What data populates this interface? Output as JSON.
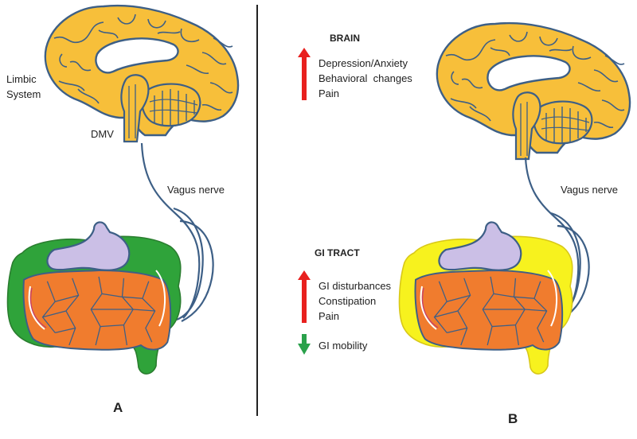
{
  "panel_a": {
    "letter": "A",
    "labels": {
      "limbic_line1": "Limbic",
      "limbic_line2": "System",
      "dmv": "DMV",
      "vagus": "Vagus nerve"
    }
  },
  "panel_b": {
    "letter": "B",
    "brain": {
      "heading": "BRAIN",
      "arrow": "up",
      "items": [
        "Depression/Anxiety",
        "Behavioral  changes",
        "Pain"
      ]
    },
    "vagus": "Vagus nerve",
    "gi_tract": {
      "heading": "GI TRACT",
      "increased": {
        "arrow": "up",
        "items": [
          "GI disturbances",
          "Constipation",
          "Pain"
        ]
      },
      "decreased": {
        "arrow": "down",
        "items": [
          "GI mobility"
        ]
      }
    }
  },
  "colors": {
    "brain_fill": "#f7bf3a",
    "outline": "#3d5f86",
    "stomach": "#cbbfe6",
    "colon_inner": "#f07c2e",
    "gut_a": "#2fa33a",
    "gut_b": "#f7f21e",
    "arrow_up": "#e8201e",
    "arrow_down": "#2aa14b",
    "divider": "#222222"
  }
}
